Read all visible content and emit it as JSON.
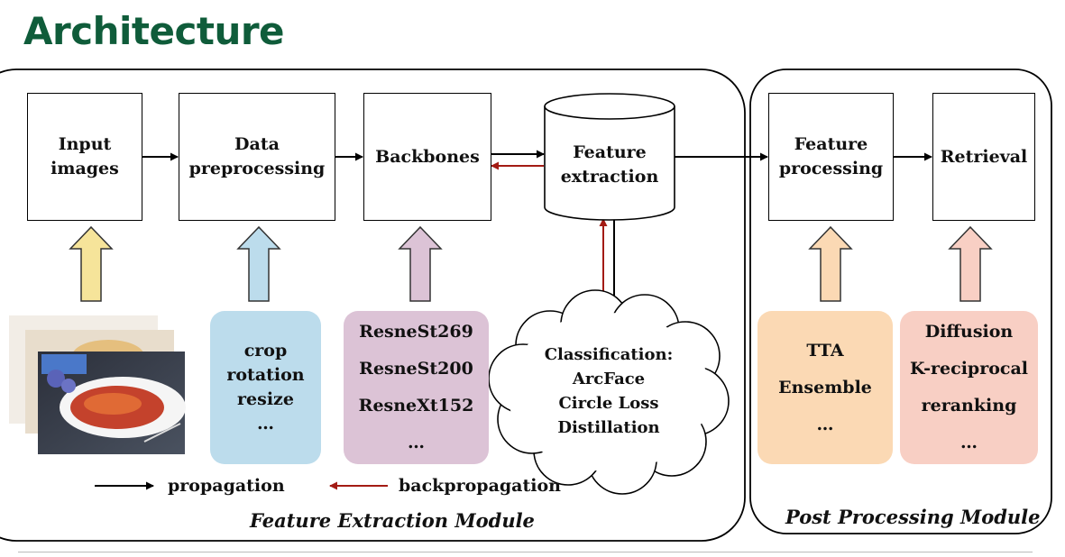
{
  "slide": {
    "title": "Architecture"
  },
  "modules": {
    "feature_extraction": "Feature Extraction Module",
    "post_processing": "Post Processing Module"
  },
  "nodes": {
    "input": [
      "Input",
      "images"
    ],
    "preprocess": [
      "Data",
      "preprocessing"
    ],
    "backbones": [
      "Backbones"
    ],
    "feature_extraction": [
      "Feature",
      "extraction"
    ],
    "feature_processing": [
      "Feature",
      "processing"
    ],
    "retrieval": [
      "Retrieval"
    ]
  },
  "cards": {
    "preprocess": {
      "items": [
        "crop",
        "rotation",
        "resize",
        "…"
      ],
      "bg": "#bcdcec"
    },
    "backbones": {
      "items": [
        "ResneSt269",
        "ResneSt200",
        "ResneXt152",
        "…"
      ],
      "bg": "#dcc3d6"
    },
    "tta": {
      "items": [
        "TTA",
        "Ensemble",
        "…"
      ],
      "bg": "#fbd9b4"
    },
    "rerank": {
      "items": [
        "Diffusion",
        "K-reciprocal",
        "reranking",
        "…"
      ],
      "bg": "#f8cfc4"
    }
  },
  "cloud": {
    "items": [
      "Classification:",
      "ArcFace",
      "Circle Loss",
      "Distillation"
    ]
  },
  "legend": {
    "propagation": "propagation",
    "backpropagation": "backpropagation"
  },
  "colors": {
    "title": "#0f5c3a",
    "backprop": "#a31b14",
    "arrow_input": "#f6e49a",
    "arrow_preprocess": "#bcdcec",
    "arrow_backbones": "#dcc3d6",
    "arrow_tta": "#fbd9b4",
    "arrow_rerank": "#f8cfc4"
  },
  "images": {
    "thumbnail_icons": [
      "food-photo-icon"
    ]
  }
}
